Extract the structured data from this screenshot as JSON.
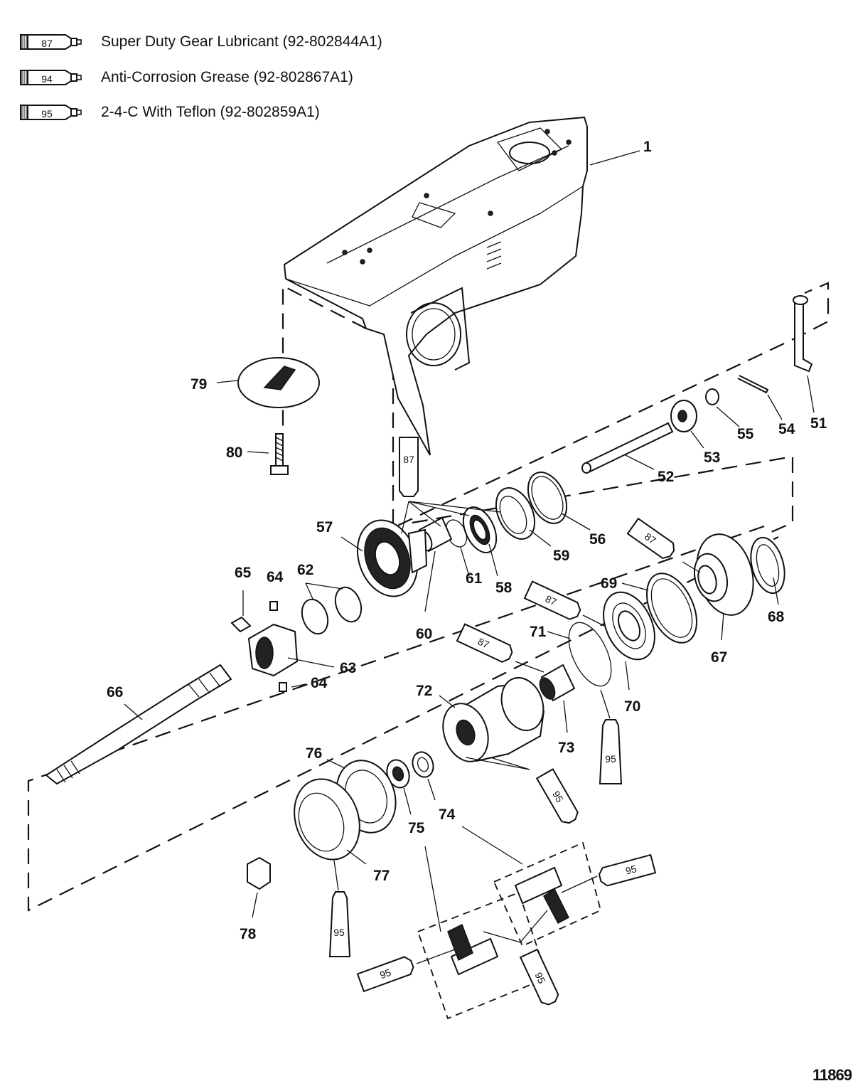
{
  "legend": [
    {
      "code": "87",
      "text": "Super Duty Gear Lubricant  (92-802844A1)"
    },
    {
      "code": "94",
      "text": "Anti-Corrosion Grease  (92-802867A1)"
    },
    {
      "code": "95",
      "text": "2-4-C  With Teflon  (92-802859A1)"
    }
  ],
  "callouts": [
    "1",
    "51",
    "52",
    "53",
    "54",
    "55",
    "56",
    "57",
    "58",
    "59",
    "60",
    "61",
    "62",
    "63",
    "64",
    "64",
    "65",
    "66",
    "67",
    "68",
    "69",
    "70",
    "71",
    "72",
    "73",
    "74",
    "75",
    "76",
    "77",
    "78",
    "79",
    "80"
  ],
  "tube_labels": [
    "87",
    "87",
    "87",
    "87",
    "95",
    "95",
    "95",
    "95",
    "95",
    "95"
  ],
  "figure_id": "11869"
}
